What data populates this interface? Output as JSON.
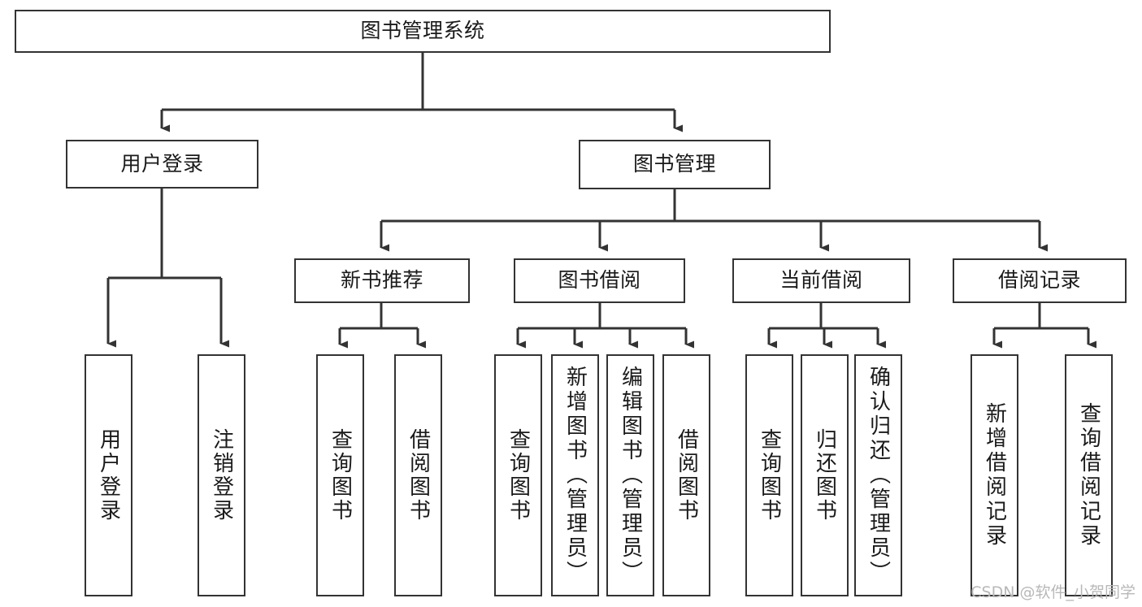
{
  "diagram": {
    "title": "图书管理系统",
    "type": "tree",
    "watermark": "CSDN @软件_小贺同学",
    "colors": {
      "box_border": "#333333",
      "box_fill": "#ffffff",
      "connector": "#333333",
      "text": "#1a1a1a",
      "watermark": "#b8b8b8",
      "background": "#ffffff"
    },
    "nodes": {
      "root": {
        "label": "图书管理系统",
        "orientation": "horizontal"
      },
      "user_login": {
        "label": "用户登录",
        "orientation": "horizontal"
      },
      "book_manage": {
        "label": "图书管理",
        "orientation": "horizontal"
      },
      "new_book_rec": {
        "label": "新书推荐",
        "orientation": "horizontal"
      },
      "book_borrow": {
        "label": "图书借阅",
        "orientation": "horizontal"
      },
      "current_borrow": {
        "label": "当前借阅",
        "orientation": "horizontal"
      },
      "borrow_record": {
        "label": "借阅记录",
        "orientation": "horizontal"
      },
      "leaf_user_login": {
        "label": "用户登录",
        "orientation": "vertical"
      },
      "leaf_user_logout": {
        "label": "注销登录",
        "orientation": "vertical"
      },
      "leaf_query_book_1": {
        "label": "查询图书",
        "orientation": "vertical"
      },
      "leaf_borrow_book_1": {
        "label": "借阅图书",
        "orientation": "vertical"
      },
      "leaf_query_book_2": {
        "label": "查询图书",
        "orientation": "vertical"
      },
      "leaf_add_book": {
        "label": "新增图书（管理员）",
        "orientation": "vertical"
      },
      "leaf_edit_book": {
        "label": "编辑图书（管理员）",
        "orientation": "vertical"
      },
      "leaf_borrow_book_2": {
        "label": "借阅图书",
        "orientation": "vertical"
      },
      "leaf_query_book_3": {
        "label": "查询图书",
        "orientation": "vertical"
      },
      "leaf_return_book": {
        "label": "归还图书",
        "orientation": "vertical"
      },
      "leaf_confirm_return": {
        "label": "确认归还（管理员）",
        "orientation": "vertical"
      },
      "leaf_add_record": {
        "label": "新增借阅记录",
        "orientation": "vertical"
      },
      "leaf_query_record": {
        "label": "查询借阅记录",
        "orientation": "vertical"
      }
    },
    "edges": [
      {
        "from": "root",
        "to": "user_login"
      },
      {
        "from": "root",
        "to": "book_manage"
      },
      {
        "from": "user_login",
        "to": "leaf_user_login"
      },
      {
        "from": "user_login",
        "to": "leaf_user_logout"
      },
      {
        "from": "book_manage",
        "to": "new_book_rec"
      },
      {
        "from": "book_manage",
        "to": "book_borrow"
      },
      {
        "from": "book_manage",
        "to": "current_borrow"
      },
      {
        "from": "book_manage",
        "to": "borrow_record"
      },
      {
        "from": "new_book_rec",
        "to": "leaf_query_book_1"
      },
      {
        "from": "new_book_rec",
        "to": "leaf_borrow_book_1"
      },
      {
        "from": "book_borrow",
        "to": "leaf_query_book_2"
      },
      {
        "from": "book_borrow",
        "to": "leaf_add_book"
      },
      {
        "from": "book_borrow",
        "to": "leaf_edit_book"
      },
      {
        "from": "book_borrow",
        "to": "leaf_borrow_book_2"
      },
      {
        "from": "current_borrow",
        "to": "leaf_query_book_3"
      },
      {
        "from": "current_borrow",
        "to": "leaf_return_book"
      },
      {
        "from": "current_borrow",
        "to": "leaf_confirm_return"
      },
      {
        "from": "borrow_record",
        "to": "leaf_add_record"
      },
      {
        "from": "borrow_record",
        "to": "leaf_query_record"
      }
    ]
  }
}
